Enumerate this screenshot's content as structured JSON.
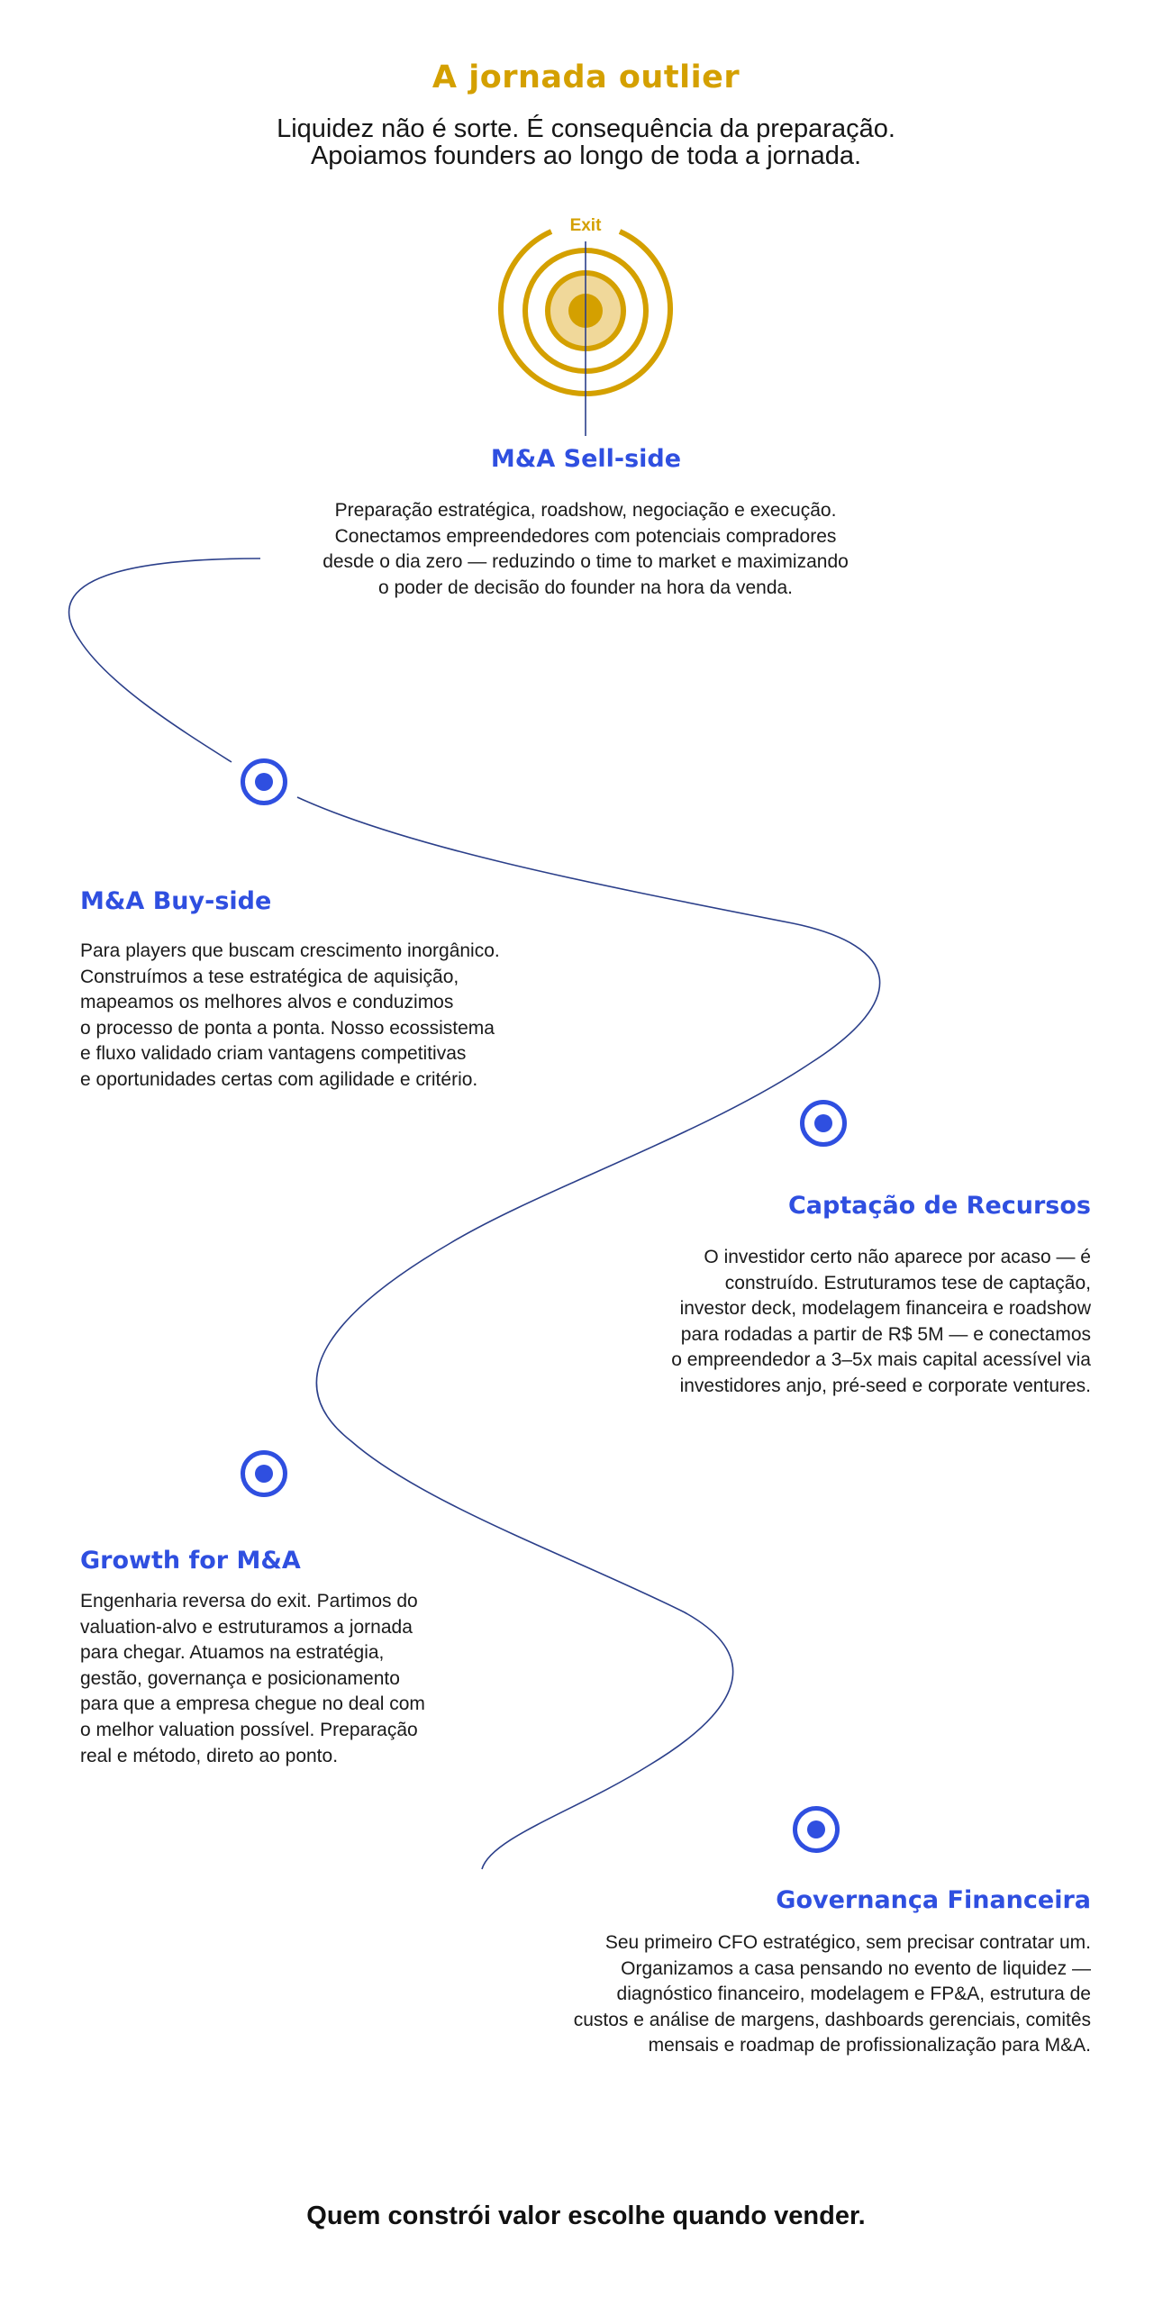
{
  "header": {
    "title": "A jornada outlier",
    "subtitle_line1": "Liquidez não é sorte. É consequência da preparação.",
    "subtitle_line2": "Apoiamos founders ao longo de toda a jornada."
  },
  "target": {
    "label": "Exit"
  },
  "steps": [
    {
      "title": "M&A Sell-side",
      "text": "Preparação estratégica, roadshow, negociação e execução.\nConectamos empreendedores com potenciais compradores\ndesde o dia zero — reduzindo o time to market e maximizando\no poder de decisão do founder na hora da venda."
    },
    {
      "title": "M&A Buy-side",
      "text": "Para players que buscam crescimento inorgânico.\nConstruímos a tese estratégica de aquisição,\nmapeamos os melhores alvos e conduzimos\no processo de ponta a ponta. Nosso ecossistema\ne fluxo validado criam vantagens competitivas\ne oportunidades certas com agilidade e critério."
    },
    {
      "title": "Captação de Recursos",
      "text": "O investidor certo não aparece por acaso — é\nconstruído. Estruturamos tese de captação,\ninvestor deck, modelagem financeira e roadshow\npara rodadas a partir de R$ 5M — e conectamos\no empreendedor a 3–5x mais capital acessível via\ninvestidores anjo, pré-seed e corporate ventures."
    },
    {
      "title": "Growth for M&A",
      "text": "Engenharia reversa do exit. Partimos do\nvaluation-alvo e estruturamos a jornada\npara chegar. Atuamos na estratégia,\ngestão, governança e posicionamento\npara que a empresa chegue no deal com\no melhor valuation possível. Preparação\nreal e método, direto ao ponto."
    },
    {
      "title": "Governança Financeira",
      "text": "Seu primeiro CFO estratégico, sem precisar contratar um.\nOrganizamos a casa pensando no evento de liquidez —\ndiagnóstico financeiro, modelagem e FP&A, estrutura de\ncustos e análise de margens, dashboards gerenciais, comitês\nmensais e roadmap de profissionalização para M&A."
    }
  ],
  "footer": {
    "tagline": "Quem constrói valor escolhe quando vender."
  },
  "colors": {
    "gold": "#d4a000",
    "gold_light": "#f0d89a",
    "blue": "#2f4fe0",
    "path": "#2b3f8a"
  }
}
